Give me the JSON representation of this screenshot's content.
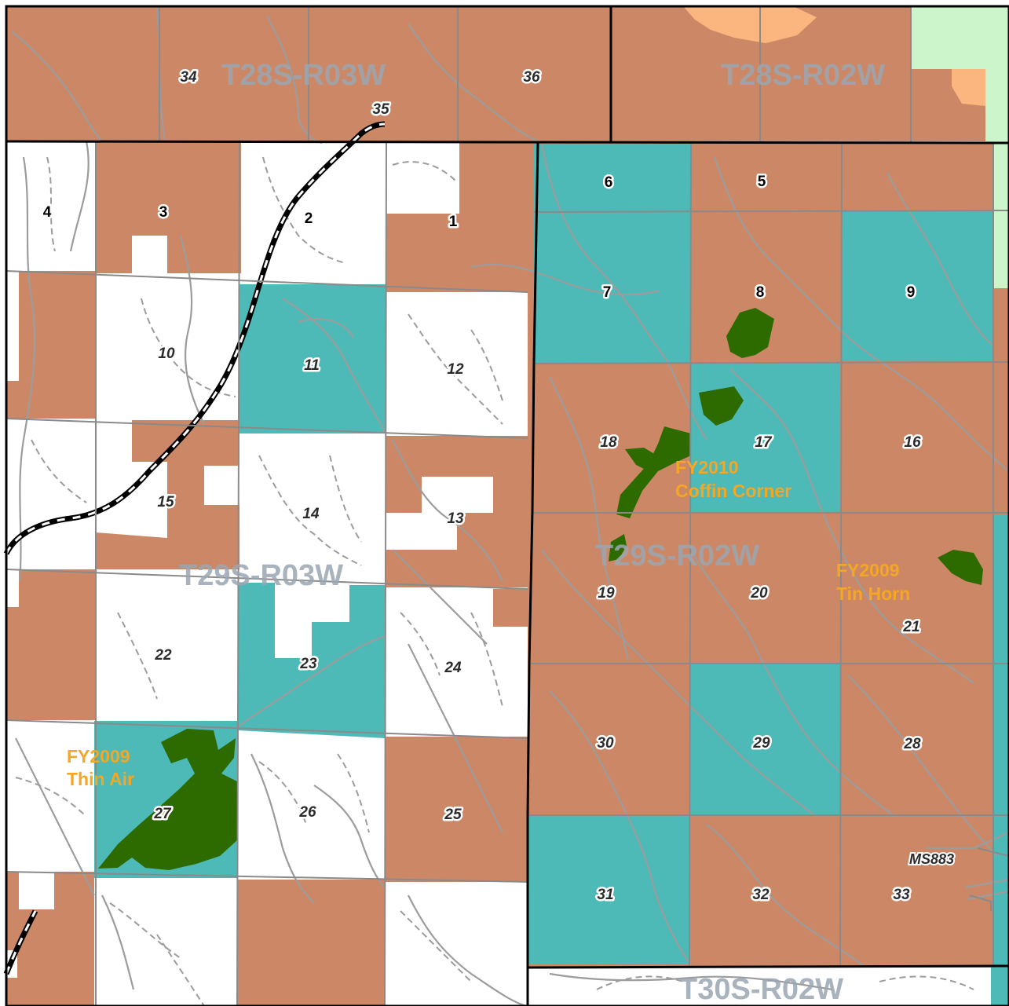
{
  "map": {
    "townships": {
      "t28s_r03w": "T28S-R03W",
      "t28s_r02w": "T28S-R02W",
      "t29s_r03w": "T29S-R03W",
      "t29s_r02w": "T29S-R02W",
      "t30s_r02w": "T30S-R02W"
    },
    "projects": {
      "thin_air": {
        "year": "FY2009",
        "name": "Thin Air"
      },
      "coffin_corner": {
        "year": "FY2010",
        "name": "Coffin Corner"
      },
      "tin_horn": {
        "year": "FY2009",
        "name": "Tin Horn"
      }
    },
    "claim_label": "MS883",
    "sections": {
      "s1": "1",
      "s2": "2",
      "s3": "3",
      "s4": "4",
      "s5": "5",
      "s6": "6",
      "s7": "7",
      "s8": "8",
      "s9": "9",
      "s10": "10",
      "s11": "11",
      "s12": "12",
      "s13": "13",
      "s14": "14",
      "s15": "15",
      "s16": "16",
      "s17": "17",
      "s18": "18",
      "s19": "19",
      "s20": "20",
      "s21": "21",
      "s22": "22",
      "s23": "23",
      "s24": "24",
      "s25": "25",
      "s26": "26",
      "s27": "27",
      "s28": "28",
      "s29": "29",
      "s30": "30",
      "s31": "31",
      "s32": "32",
      "s33": "33",
      "s34": "34",
      "s35": "35",
      "s36": "36"
    },
    "colors": {
      "blm": "#cc8866",
      "state": "#4dbab7",
      "private": "#ffffff",
      "forest_service": "#ccf5cc",
      "other_federal": "#fbb57f",
      "project_area": "#2d6b00",
      "project_label": "#f5a623",
      "township_label": "#9aa6b2",
      "grid_line": "#8a8a8a",
      "township_line": "#000000"
    }
  }
}
